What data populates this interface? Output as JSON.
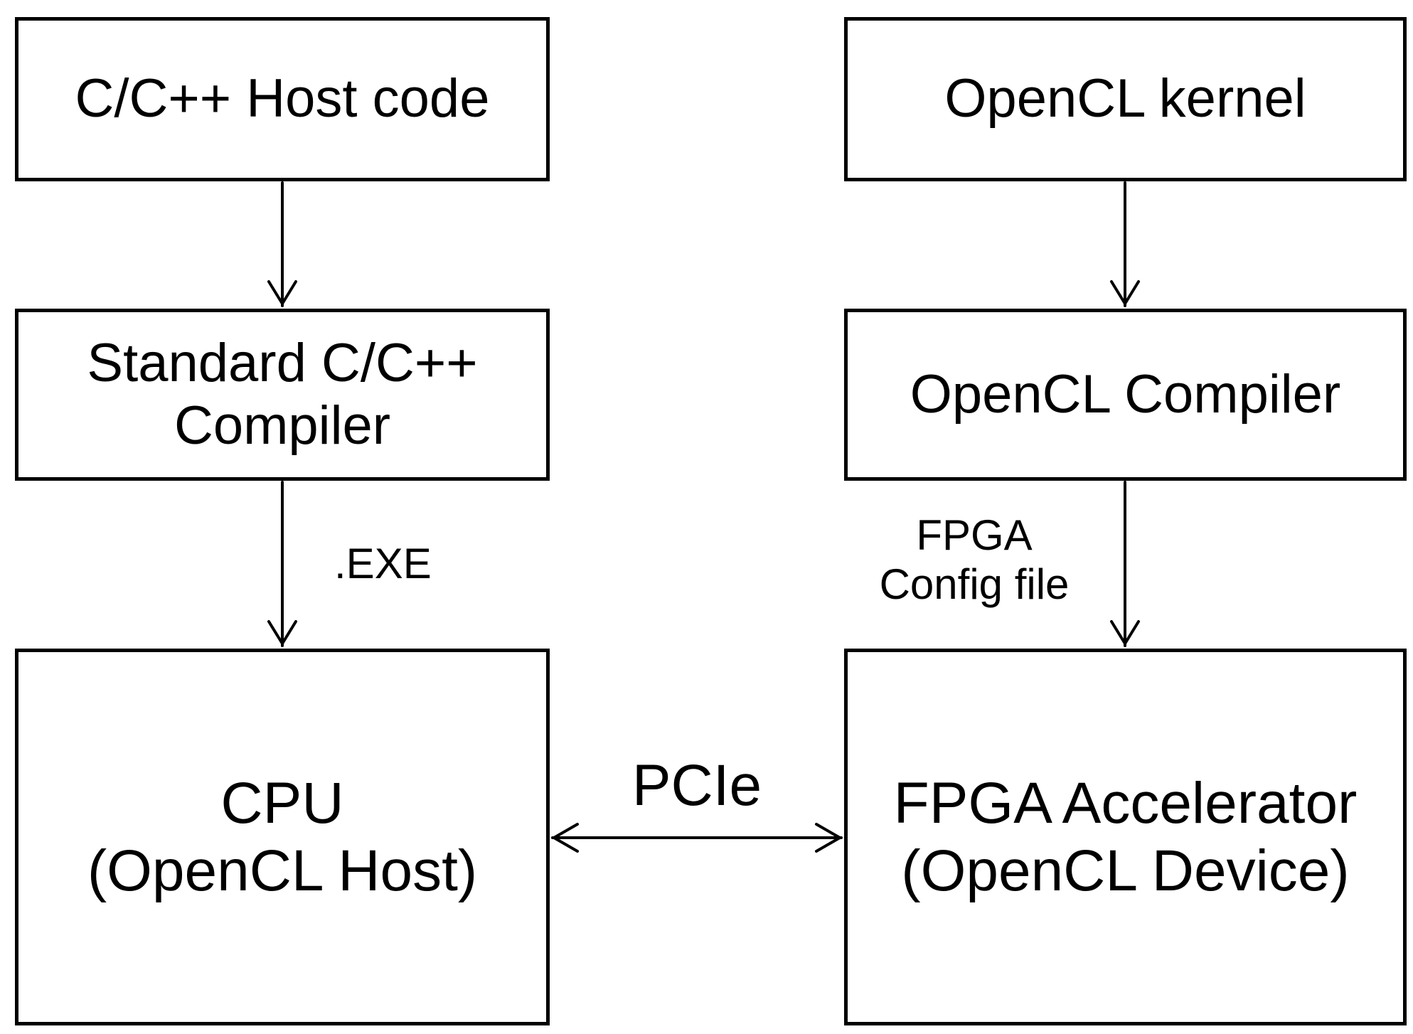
{
  "nodes": {
    "host_code": {
      "lines": [
        "C/C++ Host code"
      ]
    },
    "std_compiler": {
      "lines": [
        "Standard C/C++",
        "Compiler"
      ]
    },
    "cpu": {
      "lines": [
        "CPU",
        "(OpenCL Host)"
      ]
    },
    "kernel": {
      "lines": [
        "OpenCL kernel"
      ]
    },
    "ocl_compiler": {
      "lines": [
        "OpenCL Compiler"
      ]
    },
    "fpga": {
      "lines": [
        "FPGA Accelerator",
        "(OpenCL Device)"
      ]
    }
  },
  "edges": {
    "exe": {
      "lines": [
        ".EXE"
      ]
    },
    "fpga_config": {
      "lines": [
        "FPGA",
        "Config file"
      ]
    },
    "pcie": {
      "lines": [
        "PCIe"
      ]
    }
  },
  "colors": {
    "stroke": "#000000",
    "background": "#ffffff"
  }
}
